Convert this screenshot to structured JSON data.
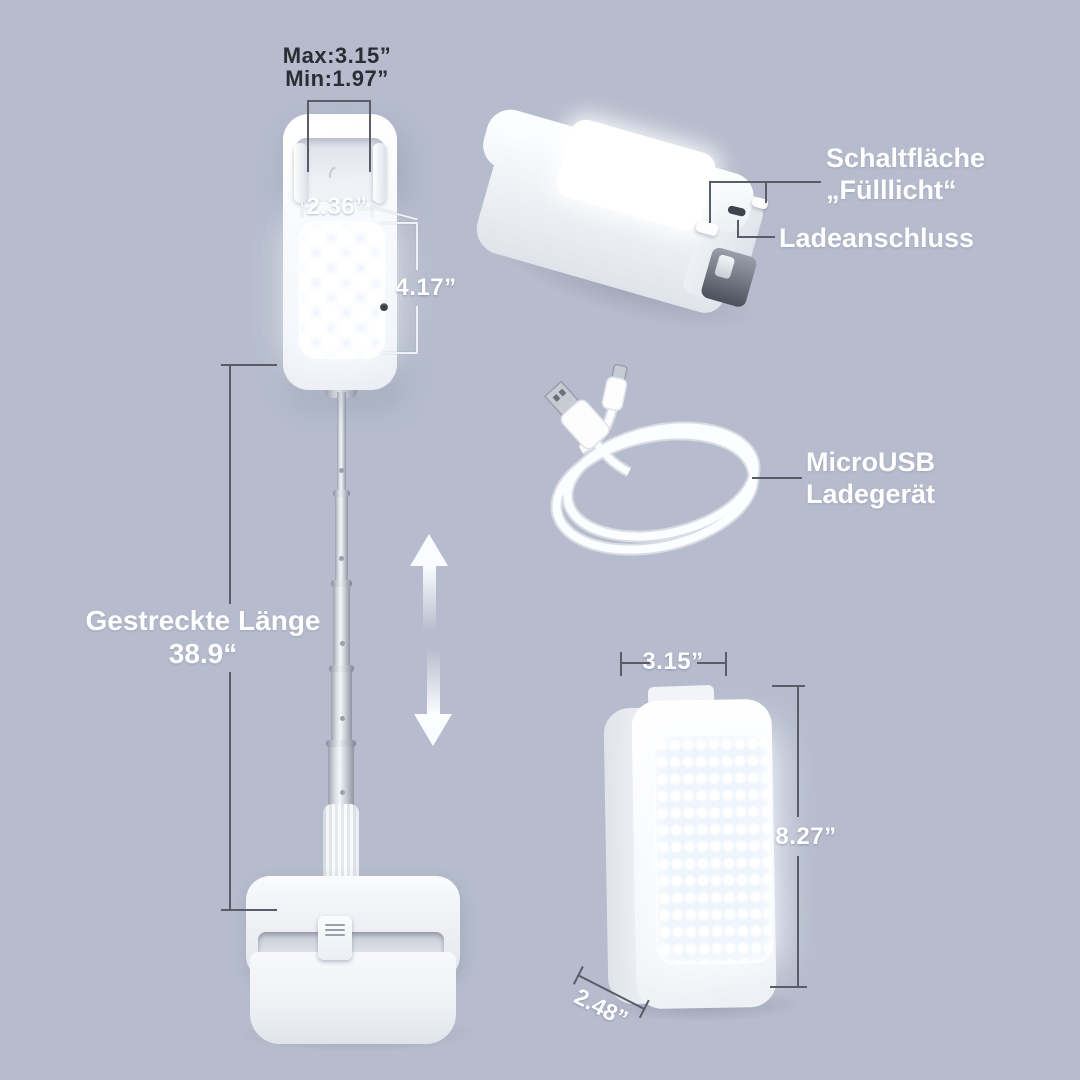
{
  "colors": {
    "background": "#b6bccd",
    "dark_line": "#585d67",
    "light_line": "#eef1f6",
    "dark_text": "#2a2d33",
    "white_text": "#ffffff",
    "device_white": "#f7f8fa",
    "led_glow": "#f2f8ff"
  },
  "labels": {
    "clamp_max": "Max:3.15”",
    "clamp_min": "Min:1.97”",
    "panel_width": "2.36”",
    "panel_height": "4.17”",
    "extended_length_1": "Gestreckte Länge",
    "extended_length_2": "38.9“",
    "fill_light_button_1": "Schaltfläche",
    "fill_light_button_2": "„Fülllicht“",
    "charging_port": "Ladeanschluss",
    "charger_1": "MicroUSB",
    "charger_2": "Ladegerät",
    "folded_width": "3.15”",
    "folded_height": "8.27”",
    "folded_depth": "2.48”"
  }
}
